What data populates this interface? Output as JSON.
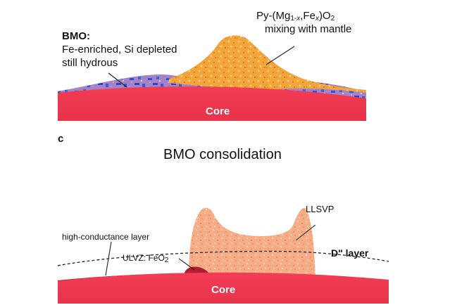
{
  "top_panel": {
    "bmo_heading": "BMO:",
    "bmo_line1": "Fe-enriched, Si depleted",
    "bmo_line2": "still hydrous",
    "py_prefix": "Py-(Mg",
    "py_sub1": "1-",
    "py_sub1_italic": "x",
    "py_mid": ",Fe",
    "py_sub2_italic": "x",
    "py_end": ")O",
    "py_sub3": "2",
    "py_line2": "mixing with mantle",
    "core_label": "Core"
  },
  "bottom_panel": {
    "panel_letter": "c",
    "title": "BMO consolidation",
    "llsvp_label": "LLSVP",
    "hcl_label": "high-conductance layer",
    "ulvz_label": "ULVZ: FeO",
    "ulvz_sub": "2",
    "d_layer_label": "D\" layer",
    "core_label": "Core"
  },
  "colors": {
    "core": "#f0354f",
    "core_dark": "#d42843",
    "mantle": "#a57fc4",
    "bmo_blue": "#2a52e0",
    "pyrite": "#f0a338",
    "llsvp": "#f4a884",
    "ulvz": "#b01d2e"
  }
}
